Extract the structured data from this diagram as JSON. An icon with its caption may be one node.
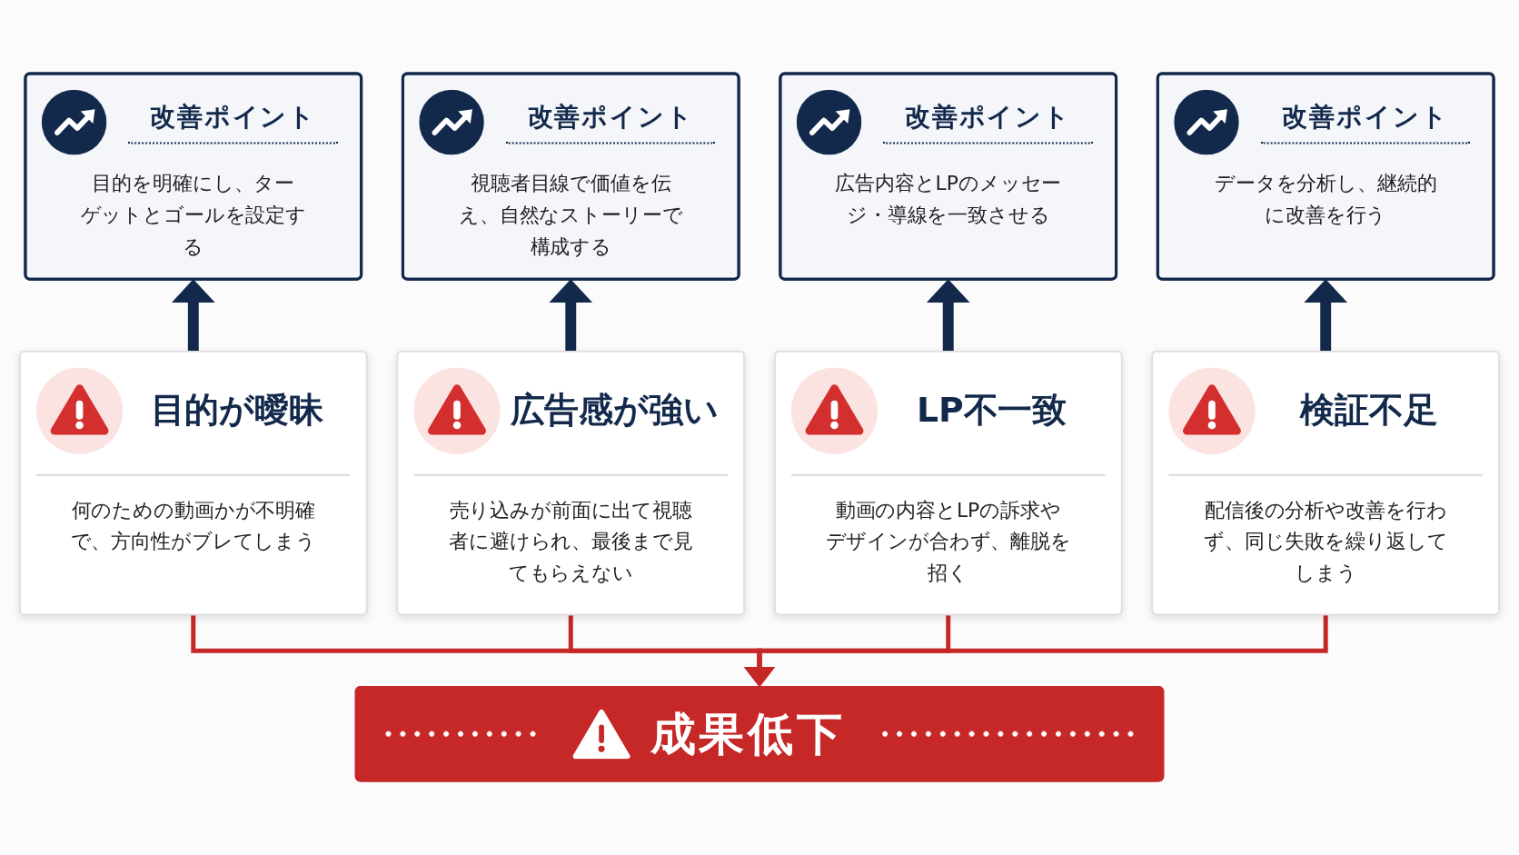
{
  "diagram": {
    "nodes": [
      {
        "text": [
          "改善ポイント",
          "目的を明確にし、ターゲットとゴールを設定する"
        ]
      },
      {
        "text": [
          "改善ポイント",
          "視聴者目線で価値を伝え、自然なストーリーで構成する"
        ]
      },
      {
        "text": [
          "改善ポイント",
          "広告内容とLPのメッセージ・導線を一致させる"
        ]
      },
      {
        "text": [
          "改善ポイント",
          "データを分析し、継続的に改善を行う"
        ]
      },
      {
        "text": [
          "目的が曖昧",
          "何のための動画かが不明確で、方向性がブレてしまう"
        ]
      },
      {
        "text": [
          "広告感が強い",
          "売り込みが前面に出て視聴者に避けられ、最後まで見てもらえない"
        ]
      },
      {
        "text": [
          "LP不一致",
          "動画の内容とLPの訴求やデザインが合わず、離脱を招く"
        ]
      },
      {
        "text": [
          "検証不足",
          "配信後の分析や改善を行わず、同じ失敗を繰り返してしまう"
        ]
      },
      {
        "text": [
          "成果低下"
        ]
      }
    ],
    "edges": [
      {
        "from": 4,
        "to": 0,
        "arrow": "to",
        "style": "thick",
        "color": "#13294b"
      },
      {
        "from": 5,
        "to": 1,
        "arrow": "to",
        "style": "thick",
        "color": "#13294b"
      },
      {
        "from": 6,
        "to": 2,
        "arrow": "to",
        "style": "thick",
        "color": "#13294b"
      },
      {
        "from": 7,
        "to": 3,
        "arrow": "to",
        "style": "thick",
        "color": "#13294b"
      },
      {
        "from": 4,
        "to": 8,
        "arrow": "to",
        "color": "#c62828"
      },
      {
        "from": 5,
        "to": 8,
        "arrow": "to",
        "color": "#c62828"
      },
      {
        "from": 6,
        "to": 8,
        "arrow": "to",
        "color": "#c62828"
      },
      {
        "from": 7,
        "to": 8,
        "arrow": "to",
        "color": "#c62828"
      }
    ]
  }
}
